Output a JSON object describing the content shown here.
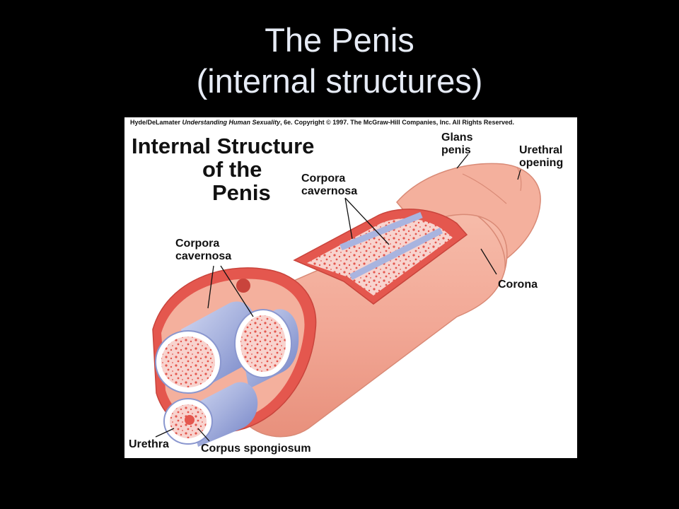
{
  "slide": {
    "title_line1": "The Penis",
    "title_line2": "(internal structures)"
  },
  "figure": {
    "credit_prefix": "Hyde/DeLamater",
    "credit_title": "Understanding Human Sexuality",
    "credit_suffix": ", 6e.  Copyright © 1997. The McGraw-Hill Companies, Inc. All Rights Reserved.",
    "heading_line1": "Internal Structure",
    "heading_line2": "of the",
    "heading_line3": "Penis",
    "labels": {
      "glans_line1": "Glans",
      "glans_line2": "penis",
      "urethral_line1": "Urethral",
      "urethral_line2": "opening",
      "cavernosa_top_line1": "Corpora",
      "cavernosa_top_line2": "cavernosa",
      "cavernosa_left_line1": "Corpora",
      "cavernosa_left_line2": "cavernosa",
      "corona": "Corona",
      "urethra": "Urethra",
      "spongiosum": "Corpus spongiosum"
    },
    "colors": {
      "skin": "#f2a896",
      "skin_dark": "#e8907c",
      "tunica": "#e4574e",
      "erectile_tissue": "#f8d3ce",
      "tube_blue": "#a9b4df",
      "tube_blue_dark": "#6f7fc4"
    }
  }
}
